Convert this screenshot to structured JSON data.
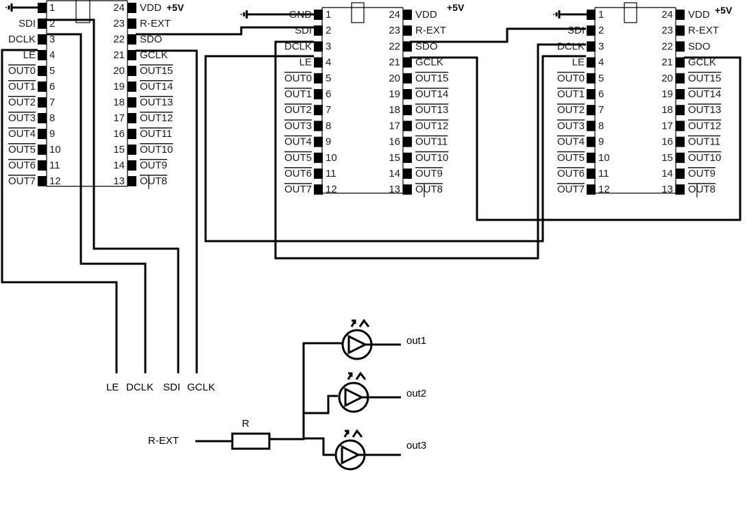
{
  "title": "LED driver chain schematic",
  "supply_label": "+5V",
  "chip": {
    "left_pins": [
      {
        "num": "1",
        "name": "GND",
        "overline": false
      },
      {
        "num": "2",
        "name": "SDI",
        "overline": false
      },
      {
        "num": "3",
        "name": "DCLK",
        "overline": false
      },
      {
        "num": "4",
        "name": "LE",
        "overline": false
      },
      {
        "num": "5",
        "name": "OUT0",
        "overline": true
      },
      {
        "num": "6",
        "name": "OUT1",
        "overline": true
      },
      {
        "num": "7",
        "name": "OUT2",
        "overline": true
      },
      {
        "num": "8",
        "name": "OUT3",
        "overline": true
      },
      {
        "num": "9",
        "name": "OUT4",
        "overline": true
      },
      {
        "num": "10",
        "name": "OUT5",
        "overline": true
      },
      {
        "num": "11",
        "name": "OUT6",
        "overline": true
      },
      {
        "num": "12",
        "name": "OUT7",
        "overline": true
      }
    ],
    "right_pins": [
      {
        "num": "24",
        "name": "VDD",
        "overline": false
      },
      {
        "num": "23",
        "name": "R-EXT",
        "overline": false
      },
      {
        "num": "22",
        "name": "SDO",
        "overline": false
      },
      {
        "num": "21",
        "name": "GCLK",
        "overline": false
      },
      {
        "num": "20",
        "name": "OUT15",
        "overline": true
      },
      {
        "num": "19",
        "name": "OUT14",
        "overline": true
      },
      {
        "num": "18",
        "name": "OUT13",
        "overline": true
      },
      {
        "num": "17",
        "name": "OUT12",
        "overline": true
      },
      {
        "num": "16",
        "name": "OUT11",
        "overline": true
      },
      {
        "num": "15",
        "name": "OUT10",
        "overline": true
      },
      {
        "num": "14",
        "name": "OUT9",
        "overline": true
      },
      {
        "num": "13",
        "name": "OUT8",
        "overline": true
      }
    ]
  },
  "chips": [
    {
      "id": "chip-1",
      "show_gnd_label": false
    },
    {
      "id": "chip-2",
      "show_gnd_label": true
    },
    {
      "id": "chip-3",
      "show_gnd_label": false
    }
  ],
  "bus_labels": [
    "LE",
    "DCLK",
    "SDI",
    "GCLK"
  ],
  "current_circuit": {
    "input_label": "R-EXT",
    "resistor_label": "R",
    "outputs": [
      "out1",
      "out2",
      "out3"
    ]
  }
}
